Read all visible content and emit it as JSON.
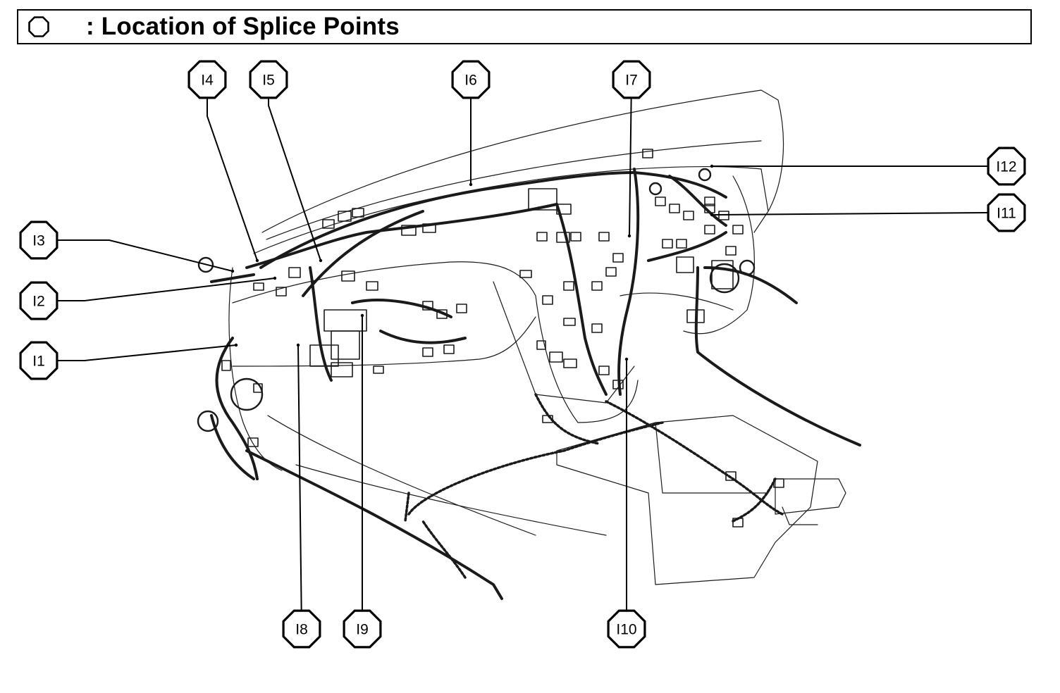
{
  "header": {
    "title": ": Location of Splice Points",
    "symbol_icon": "octagon-icon"
  },
  "diagram": {
    "subject": "instrument panel wire harness splice points",
    "colors": {
      "ink": "#000000",
      "line": "#1a1a1a",
      "paper": "#ffffff"
    },
    "splice_points": [
      {
        "id": "I1",
        "label": "I1"
      },
      {
        "id": "I2",
        "label": "I2"
      },
      {
        "id": "I3",
        "label": "I3"
      },
      {
        "id": "I4",
        "label": "I4"
      },
      {
        "id": "I5",
        "label": "I5"
      },
      {
        "id": "I6",
        "label": "I6"
      },
      {
        "id": "I7",
        "label": "I7"
      },
      {
        "id": "I8",
        "label": "I8"
      },
      {
        "id": "I9",
        "label": "I9"
      },
      {
        "id": "I10",
        "label": "I10"
      },
      {
        "id": "I11",
        "label": "I11"
      },
      {
        "id": "I12",
        "label": "I12"
      }
    ]
  }
}
